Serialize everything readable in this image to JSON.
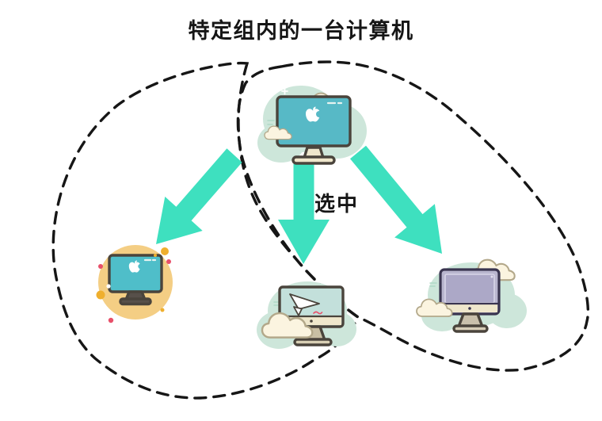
{
  "title": "特定组内的一台计算机",
  "annotation": {
    "selected_label": "选中"
  },
  "nodes": {
    "source_icon": "apple-computer-with-clouds-icon",
    "left_icon": "apple-computer-yellow-circle-icon",
    "center_icon": "computer-paper-plane-icon",
    "right_icon": "imac-computer-with-clouds-icon"
  },
  "groups": {
    "left_ellipse": "dashed-group-ellipse-left",
    "right_ellipse": "dashed-group-ellipse-right"
  },
  "colors": {
    "arrow": "#3EE0BF",
    "dash": "#161616",
    "mint": "#CDE6DA",
    "cloud": "#FBF4E0",
    "cloud_outline": "#B3A88A",
    "outline": "#4A443C",
    "screen_top": "#57B9C6",
    "screen_left": "#4FBEC9",
    "screen_center": "#C3E0DB",
    "screen_right": "#ACA8C7",
    "frame_right": "#B9B6CF",
    "frame_right_outline": "#3A3550",
    "bezel": "#EFE7CC",
    "stand_dark": "#57504A",
    "yellow": "#F4CE84",
    "dot_red": "#E8506A",
    "dot_orange": "#EFAF2E"
  }
}
